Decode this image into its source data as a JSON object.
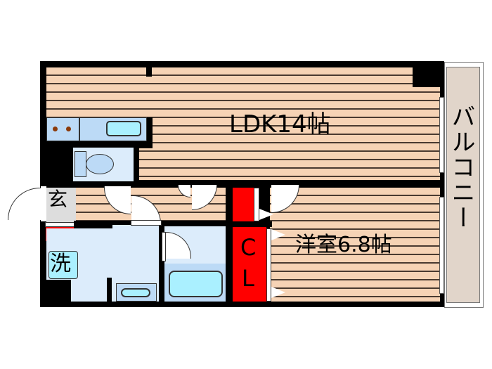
{
  "floorplan": {
    "rooms": {
      "ldk": {
        "label": "LDK14帖"
      },
      "western_room": {
        "label": "洋室6.8帖"
      },
      "closet": {
        "label_c": "C",
        "label_l": "L"
      },
      "entrance": {
        "label": "玄"
      },
      "washer": {
        "label": "洗"
      },
      "balcony": {
        "label": "バルコニー"
      }
    },
    "colors": {
      "wall": "#000000",
      "floor": "#f6d3b5",
      "floor_line": "#4a3a30",
      "wet_area": "#dcecfb",
      "storage": "#ff0000",
      "balcony": "#e1d5ca",
      "fixture": "#aaf0ff"
    }
  }
}
